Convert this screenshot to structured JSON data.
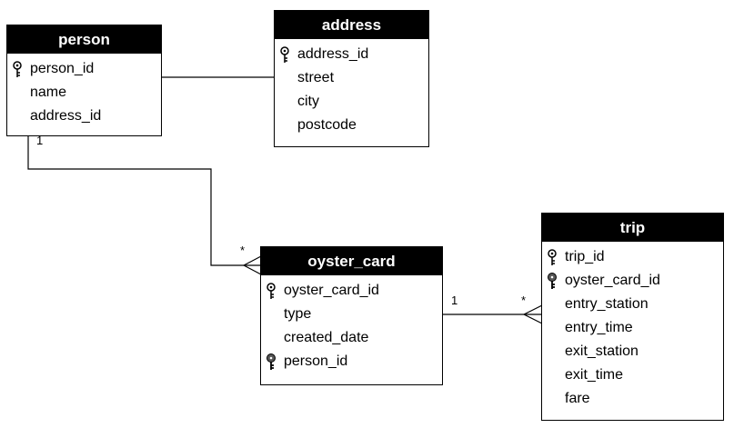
{
  "entities": {
    "person": {
      "title": "person",
      "fields": [
        {
          "name": "person_id",
          "key": "primary"
        },
        {
          "name": "name",
          "key": "none"
        },
        {
          "name": "address_id",
          "key": "none"
        }
      ]
    },
    "address": {
      "title": "address",
      "fields": [
        {
          "name": "address_id",
          "key": "primary"
        },
        {
          "name": "street",
          "key": "none"
        },
        {
          "name": "city",
          "key": "none"
        },
        {
          "name": "postcode",
          "key": "none"
        }
      ]
    },
    "oyster_card": {
      "title": "oyster_card",
      "fields": [
        {
          "name": "oyster_card_id",
          "key": "primary"
        },
        {
          "name": "type",
          "key": "none"
        },
        {
          "name": "created_date",
          "key": "none"
        },
        {
          "name": "person_id",
          "key": "foreign"
        }
      ]
    },
    "trip": {
      "title": "trip",
      "fields": [
        {
          "name": "trip_id",
          "key": "primary"
        },
        {
          "name": "oyster_card_id",
          "key": "foreign"
        },
        {
          "name": "entry_station",
          "key": "none"
        },
        {
          "name": "entry_time",
          "key": "none"
        },
        {
          "name": "exit_station",
          "key": "none"
        },
        {
          "name": "exit_time",
          "key": "none"
        },
        {
          "name": "fare",
          "key": "none"
        }
      ]
    }
  },
  "relationships": [
    {
      "from": "person",
      "to": "address",
      "from_cardinality": "",
      "to_cardinality": ""
    },
    {
      "from": "person",
      "to": "oyster_card",
      "from_cardinality": "1",
      "to_cardinality": "*"
    },
    {
      "from": "oyster_card",
      "to": "trip",
      "from_cardinality": "1",
      "to_cardinality": "*"
    }
  ]
}
